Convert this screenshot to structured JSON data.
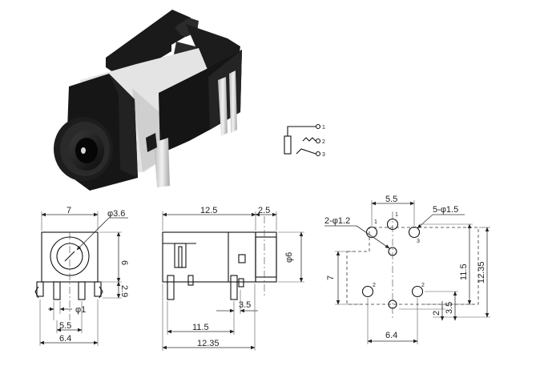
{
  "labels": {
    "front_width": "7",
    "front_hole_dia": "φ3.6",
    "front_height": "6",
    "front_leg": "2.9",
    "front_pin_dia": "φ1",
    "front_pin_span": "5.5",
    "front_base": "6.4",
    "side_body": "12.5",
    "side_nose": "2.5",
    "side_nose_dia": "φ6",
    "side_pin": "3.5",
    "side_span_a": "11.5",
    "side_span_b": "12.35",
    "fp_top_span": "5.5",
    "fp_small_holes": "2-φ1.2",
    "fp_big_holes": "5-φ1.5",
    "fp_left_v": "7",
    "fp_right_a": "11.5",
    "fp_right_b": "12.35",
    "fp_bottom_a": "2",
    "fp_bottom_b": "3.5",
    "fp_bottom_w": "6.4",
    "pin_1a": "1",
    "pin_1b": "1",
    "pin_3": "3",
    "pin_2a": "2",
    "pin_2b": "2",
    "schem_1": "1",
    "schem_2": "2",
    "schem_3": "3"
  }
}
